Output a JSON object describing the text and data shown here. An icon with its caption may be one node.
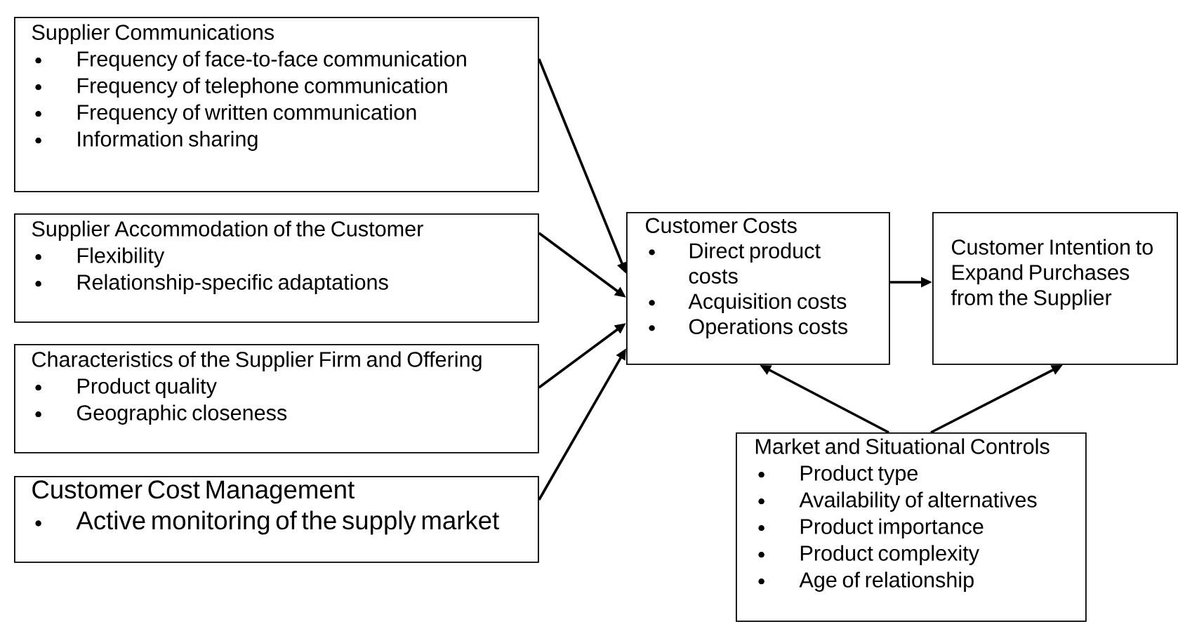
{
  "diagram": {
    "nodes": [
      {
        "text": [
          "Supplier Communications",
          "Frequency of face-to-face communication",
          "Frequency of telephone communication",
          "Frequency of written communication",
          "Information sharing"
        ]
      },
      {
        "text": [
          "Supplier Accommodation of the Customer",
          "Flexibility",
          "Relationship-specific adaptations"
        ]
      },
      {
        "text": [
          "Characteristics of the Supplier Firm and Offering",
          "Product quality",
          "Geographic closeness"
        ]
      },
      {
        "text": [
          "Customer Cost Management",
          "Active monitoring of the supply market"
        ]
      },
      {
        "text": [
          "Customer Costs",
          "Direct product costs",
          "Acquisition costs",
          "Operations costs"
        ]
      },
      {
        "text": [
          "Customer Intention to Expand Purchases from the Supplier"
        ]
      },
      {
        "text": [
          "Market and Situational Controls",
          "Product type",
          "Availability of alternatives",
          "Product importance",
          "Product complexity",
          "Age of relationship"
        ]
      }
    ],
    "edges": [
      {
        "from": 0,
        "to": 4,
        "arrow": "to"
      },
      {
        "from": 1,
        "to": 4,
        "arrow": "to"
      },
      {
        "from": 2,
        "to": 4,
        "arrow": "to"
      },
      {
        "from": 3,
        "to": 4,
        "arrow": "to"
      },
      {
        "from": 4,
        "to": 5,
        "arrow": "to"
      },
      {
        "from": 6,
        "to": 4,
        "arrow": "to"
      },
      {
        "from": 6,
        "to": 5,
        "arrow": "to"
      }
    ]
  }
}
